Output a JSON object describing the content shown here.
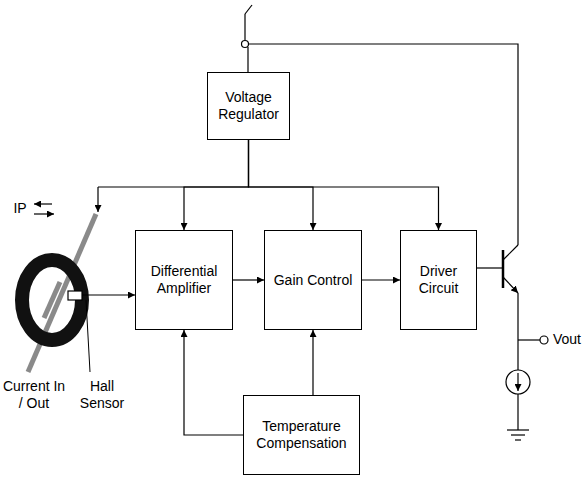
{
  "diagram": {
    "nodes": [
      {
        "text": [
          "Voltage Regulator"
        ]
      },
      {
        "text": [
          "Differential Amplifier"
        ]
      },
      {
        "text": [
          "Gain Control"
        ]
      },
      {
        "text": [
          "Driver Circuit"
        ]
      },
      {
        "text": [
          "Temperature Compensation"
        ]
      }
    ],
    "edges": [
      {
        "from": 0,
        "to": 1,
        "arrow": "to"
      },
      {
        "from": 0,
        "to": 2,
        "arrow": "to"
      },
      {
        "from": 0,
        "to": 3,
        "arrow": "to"
      },
      {
        "from": 1,
        "to": 2,
        "arrow": "to"
      },
      {
        "from": 2,
        "to": 3,
        "arrow": "to"
      },
      {
        "from": 4,
        "to": 1,
        "arrow": "to"
      },
      {
        "from": 4,
        "to": 2,
        "arrow": "to"
      }
    ],
    "labels": [
      "IP",
      "Current In / Out",
      "Hall Sensor",
      "Vout"
    ]
  }
}
